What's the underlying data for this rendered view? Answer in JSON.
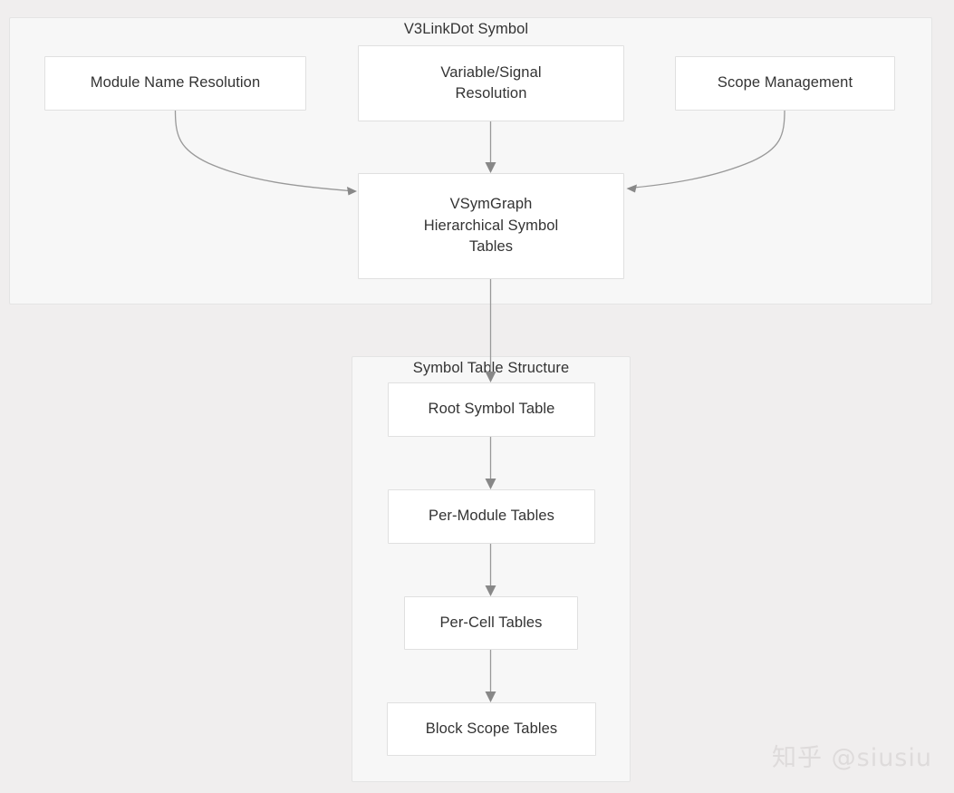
{
  "diagram": {
    "clusters": [
      {
        "id": "top",
        "label": "V3LinkDot Symbol"
      },
      {
        "id": "sub",
        "label": "Symbol Table Structure"
      }
    ],
    "nodes": [
      {
        "id": "module-name",
        "label": "Module Name Resolution"
      },
      {
        "id": "variable-signal",
        "label": "Variable/Signal\nResolution"
      },
      {
        "id": "scope-management",
        "label": "Scope Management"
      },
      {
        "id": "vsymgraph",
        "label": "VSymGraph\nHierarchical Symbol\nTables"
      },
      {
        "id": "root-symbol",
        "label": "Root Symbol Table"
      },
      {
        "id": "per-module",
        "label": "Per-Module Tables"
      },
      {
        "id": "per-cell",
        "label": "Per-Cell Tables"
      },
      {
        "id": "block-scope",
        "label": "Block Scope Tables"
      }
    ],
    "node_labels": {
      "module_name": "Module Name Resolution",
      "variable_signal_line1": "Variable/Signal",
      "variable_signal_line2": "Resolution",
      "scope_management": "Scope Management",
      "vsymgraph_line1": "VSymGraph",
      "vsymgraph_line2": "Hierarchical Symbol",
      "vsymgraph_line3": "Tables",
      "root_symbol": "Root Symbol Table",
      "per_module": "Per-Module Tables",
      "per_cell": "Per-Cell Tables",
      "block_scope": "Block Scope Tables"
    },
    "edges": [
      {
        "from": "module-name",
        "to": "vsymgraph",
        "style": "curved"
      },
      {
        "from": "variable-signal",
        "to": "vsymgraph",
        "style": "straight"
      },
      {
        "from": "scope-management",
        "to": "vsymgraph",
        "style": "curved"
      },
      {
        "from": "vsymgraph",
        "to": "root-symbol",
        "style": "straight"
      },
      {
        "from": "root-symbol",
        "to": "per-module",
        "style": "straight"
      },
      {
        "from": "per-module",
        "to": "per-cell",
        "style": "straight"
      },
      {
        "from": "per-cell",
        "to": "block-scope",
        "style": "straight"
      }
    ],
    "colors": {
      "page_background": "#f0eeee",
      "cluster_background": "#f7f7f7",
      "cluster_border": "#e4e4e4",
      "node_background": "#ffffff",
      "node_border": "#e0e0e0",
      "text": "#333333",
      "edge": "#999999",
      "watermark": "#dedbdb"
    }
  },
  "watermark": {
    "text": "知乎 @siusiu"
  }
}
